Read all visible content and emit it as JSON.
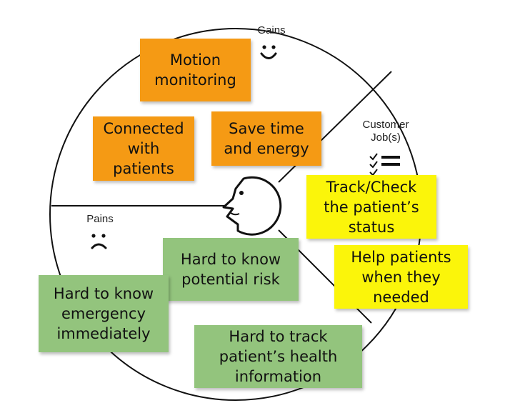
{
  "sections": {
    "gains": "Gains",
    "customer_jobs": "Customer\nJob(s)",
    "pains": "Pains"
  },
  "notes": [
    {
      "id": "motion-monitoring",
      "text": "Motion\nmonitoring",
      "category": "gain",
      "color": "#f59a14"
    },
    {
      "id": "connected-with-patients",
      "text": "Connected\nwith\npatients",
      "category": "gain",
      "color": "#f59a14"
    },
    {
      "id": "save-time-energy",
      "text": "Save time\nand energy",
      "category": "gain",
      "color": "#f59a14"
    },
    {
      "id": "track-check-status",
      "text": "Track/Check\nthe patient’s\nstatus",
      "category": "job",
      "color": "#fbf50a"
    },
    {
      "id": "help-patients",
      "text": "Help patients\nwhen they\nneeded",
      "category": "job",
      "color": "#fbf50a"
    },
    {
      "id": "hard-to-know-risk",
      "text": "Hard to know\npotential risk",
      "category": "pain",
      "color": "#93c47d"
    },
    {
      "id": "hard-to-know-emergency",
      "text": "Hard to know\nemergency\nimmediately",
      "category": "pain",
      "color": "#93c47d"
    },
    {
      "id": "hard-to-track-info",
      "text": "Hard to track\npatient’s  health\ninformation",
      "category": "pain",
      "color": "#93c47d"
    }
  ]
}
